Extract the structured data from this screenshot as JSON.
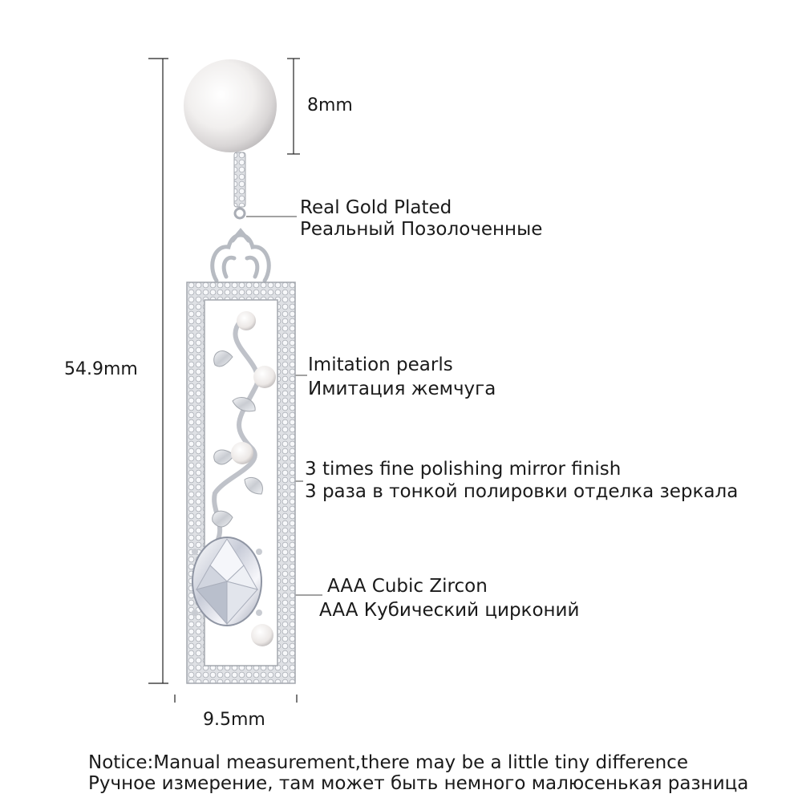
{
  "dimensions": {
    "pearl": "8mm",
    "total_length": "54.9mm",
    "width": "9.5mm"
  },
  "callouts": {
    "plating": {
      "en": "Real Gold Plated",
      "ru": "Реальный Позолоченные"
    },
    "pearls": {
      "en": "Imitation pearls",
      "ru": "Имитация жемчуга"
    },
    "finish": {
      "en": "3 times fine polishing mirror finish",
      "ru": "3 раза в тонкой полировки отделка зеркала"
    },
    "stone": {
      "en": "AAA Cubic Zircon",
      "ru": "AAA Кубический цирконий"
    }
  },
  "notice": {
    "en": "Notice:Manual measurement,there may be a little tiny difference",
    "ru": "Ручное измерение, там может быть немного малюсенькая разница"
  },
  "colors": {
    "metal": "#d9dbe0",
    "metal_dark": "#9ea2aa",
    "pearl": "#f4f2f0",
    "text": "#1a1a1a"
  }
}
